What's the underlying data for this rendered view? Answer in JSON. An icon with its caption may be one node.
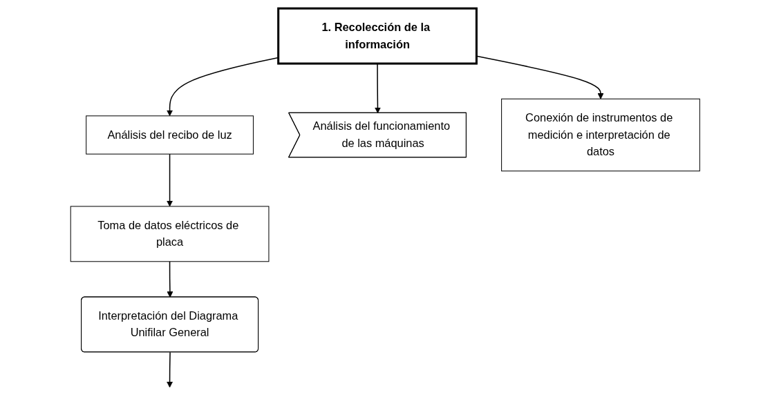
{
  "diagram": {
    "nodes": [
      {
        "text": [
          "1. Recolección de la información"
        ]
      },
      {
        "text": [
          "Análisis del recibo de luz"
        ]
      },
      {
        "text": [
          "Análisis del funcionamiento de las máquinas"
        ]
      },
      {
        "text": [
          "Toma de datos eléctricos de placa"
        ]
      },
      {
        "text": [
          "Conexión de instrumentos de medición e interpretación de datos"
        ]
      },
      {
        "text": [
          "Interpretación del Diagrama Unifilar General"
        ]
      }
    ],
    "edges": [
      {
        "from": 0,
        "to": 2,
        "arrow": "to"
      },
      {
        "from": 0,
        "to": 1,
        "arrow": "to"
      },
      {
        "from": 0,
        "to": 4,
        "arrow": "to"
      },
      {
        "from": 1,
        "to": 3,
        "arrow": "to"
      },
      {
        "from": 3,
        "to": 5,
        "arrow": "to"
      },
      {
        "from": 5,
        "to": null,
        "arrow": "to"
      }
    ]
  }
}
